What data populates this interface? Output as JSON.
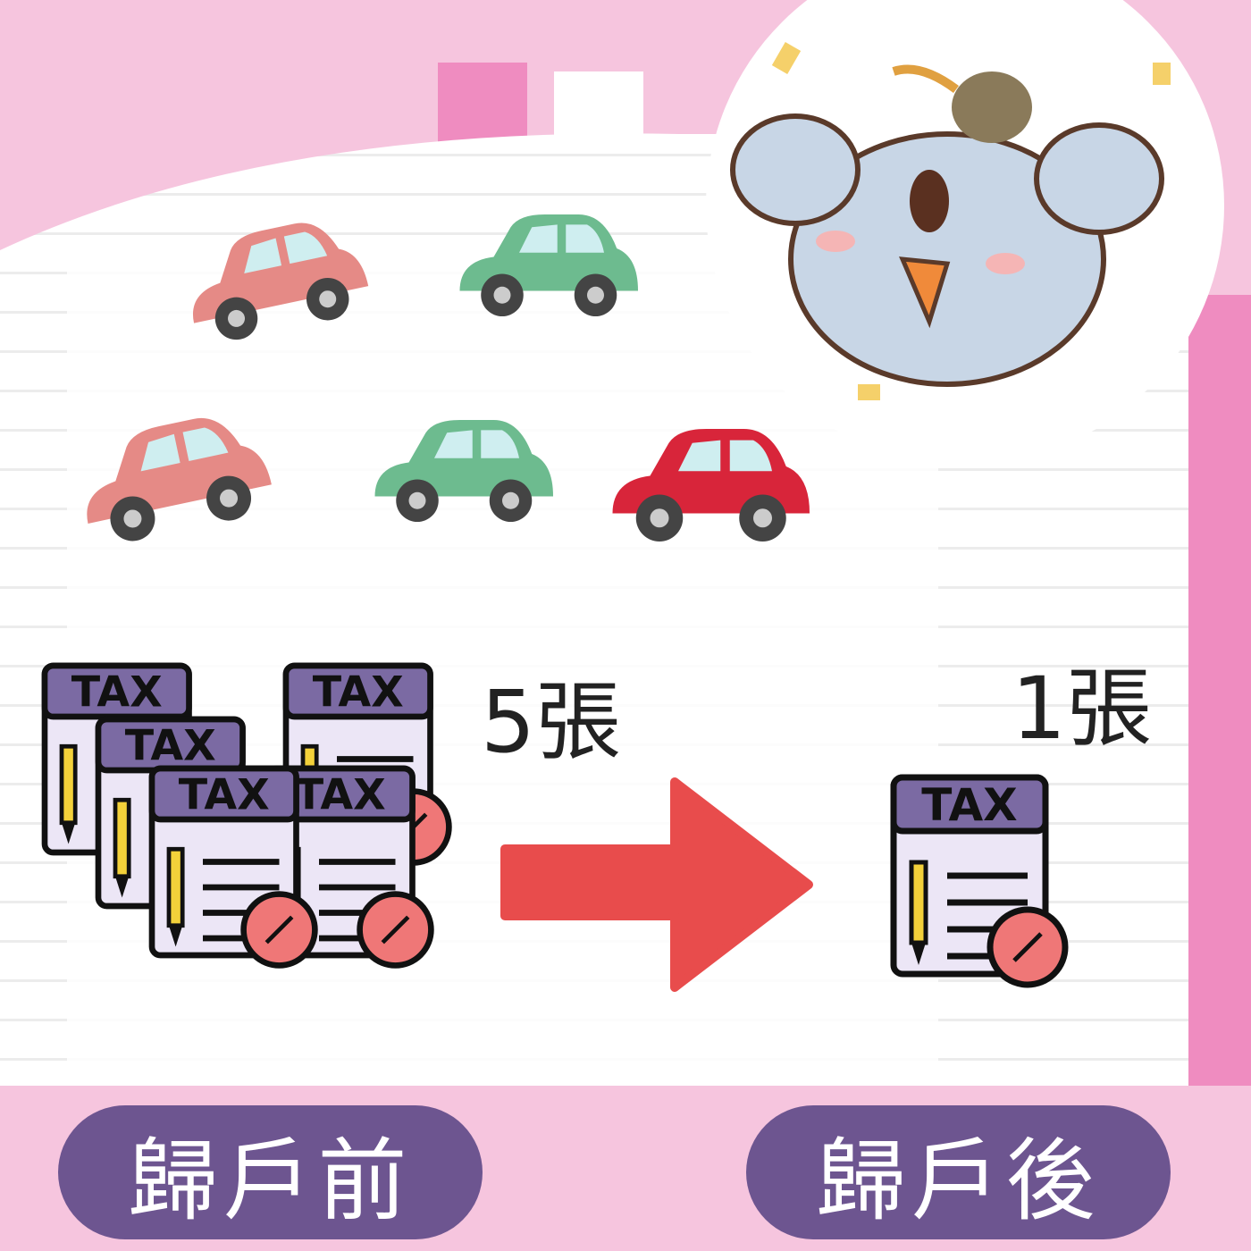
{
  "before": {
    "count_label": "5張",
    "pill_label": "歸戶前",
    "doc_label": "TAX"
  },
  "after": {
    "count_label": "1張",
    "pill_label": "歸戶後",
    "doc_label": "TAX"
  },
  "colors": {
    "pink_bg": "#f6c5de",
    "pill": "#6d5590",
    "arrow": "#e84c4c",
    "doc_header": "#7b6aa3",
    "car_pink": "#e58a86",
    "car_green": "#6dbb8f",
    "car_red": "#d8253a"
  }
}
